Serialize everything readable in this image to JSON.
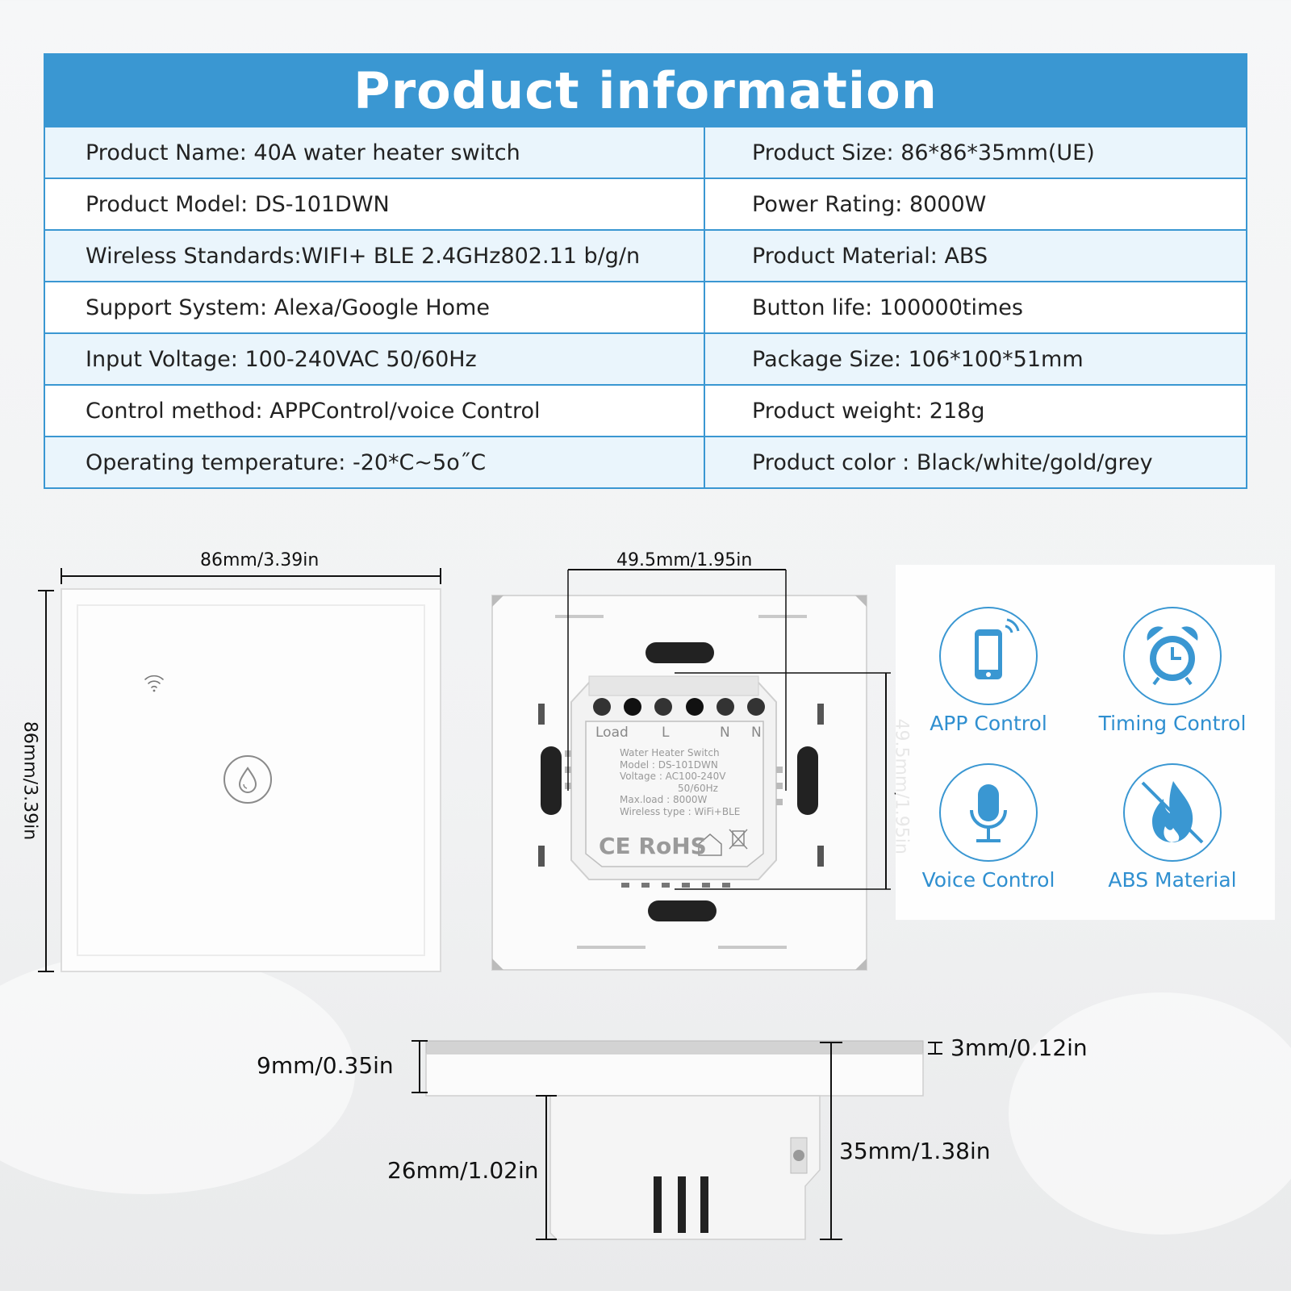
{
  "table": {
    "title": "Product information",
    "rows": [
      {
        "left": "Product Name: 40A water heater switch",
        "right": "Product Size: 86*86*35mm(UE)"
      },
      {
        "left": "Product Model: DS-101DWN",
        "right": "Power Rating: 8000W"
      },
      {
        "left": "Wireless Standards:WIFI+ BLE 2.4GHz802.11 b/g/n",
        "right": "Product Material: ABS"
      },
      {
        "left": "Support System: Alexa/Google Home",
        "right": "Button life: 100000times"
      },
      {
        "left": "Input Voltage: 100-240VAC 50/60Hz",
        "right": "Package Size: 106*100*51mm"
      },
      {
        "left": "Control method: APPControl/voice Control",
        "right": "Product weight: 218g"
      },
      {
        "left": "Operating temperature: -20*C~5o˝C",
        "right": "Product color : Black/white/gold/grey"
      }
    ]
  },
  "front_view": {
    "width_label": "86mm/3.39in",
    "height_label": "86mm/3.39in",
    "icons": [
      "wifi-icon",
      "water-drop-icon"
    ]
  },
  "back_view": {
    "width_label": "49.5mm/1.95in",
    "height_label": "49.5mm/1.95in",
    "terminals": [
      "Load",
      "L",
      "N",
      "N"
    ],
    "label_lines": [
      "Water Heater Switch",
      "Model : DS-101DWN",
      "Voltage : AC100-240V",
      "50/60Hz",
      "Max.load : 8000W",
      "Wireless type : WiFi+BLE"
    ],
    "certifications": "CE RoHS"
  },
  "side_view": {
    "glass_label": "3mm/0.12in",
    "frame_label": "9mm/0.35in",
    "body_label": "26mm/1.02in",
    "total_label": "35mm/1.38in"
  },
  "features": [
    {
      "label": "APP Control",
      "icon": "phone-icon"
    },
    {
      "label": "Timing Control",
      "icon": "alarm-clock-icon"
    },
    {
      "label": "Voice Control",
      "icon": "microphone-icon"
    },
    {
      "label": "ABS Material",
      "icon": "no-fire-icon"
    }
  ],
  "colors": {
    "accent": "#3a97d2",
    "row_tint": "#eaf5fc",
    "feature_text": "#2f8fd0"
  }
}
